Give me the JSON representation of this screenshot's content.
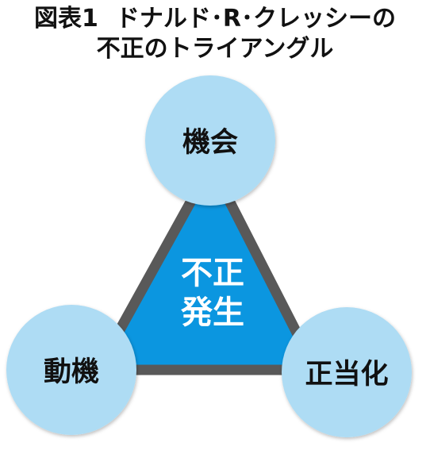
{
  "title": {
    "figure_label": "図表1",
    "line1_text": "ドナルド･R･クレッシーの",
    "line2_text": "不正のトライアングル"
  },
  "triangle": {
    "center_line1": "不正",
    "center_line2": "発生",
    "fill_color": "#0b96e0",
    "border_color": "#595959",
    "center_text_color": "#ffffff"
  },
  "nodes": {
    "top": "機会",
    "bottom_left": "動機",
    "bottom_right": "正当化",
    "fill_color": "#aedcf4",
    "text_color": "#111111"
  }
}
